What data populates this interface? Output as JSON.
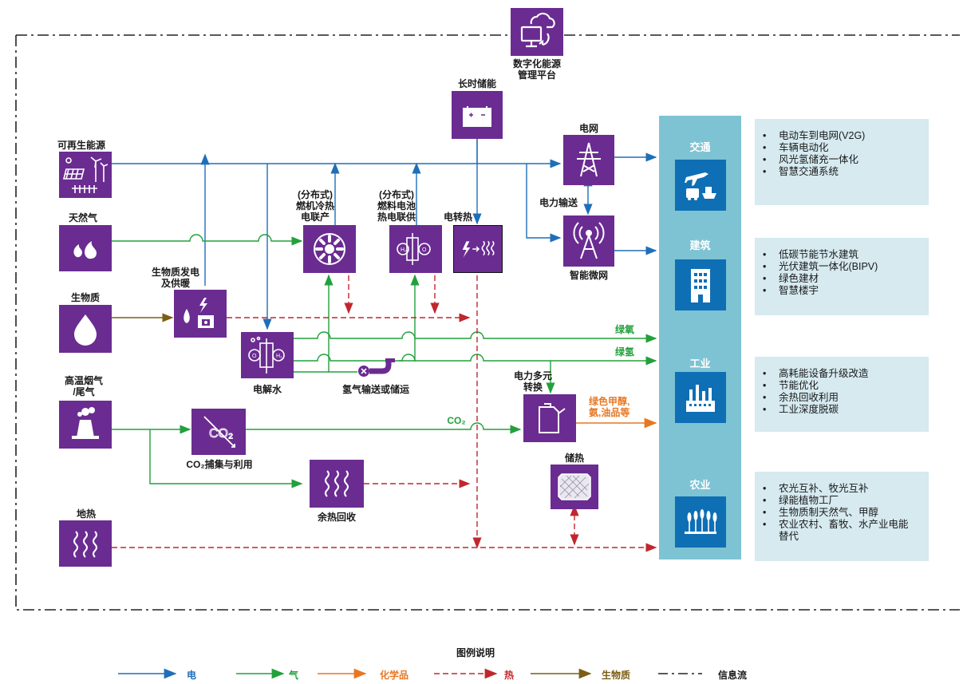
{
  "nodes": {
    "platform": "数字化能源\n管理平台",
    "long_storage": "长时储能",
    "grid": "电网",
    "transmission": "电力输送",
    "microgrid": "智能微网",
    "renewable": "可再生能源",
    "natural_gas": "天然气",
    "biomass_power": "生物质发电\n及供暖",
    "biomass": "生物质",
    "chp": "(分布式)\n燃机冷热\n电联产",
    "fuel_cell": "(分布式)\n燃料电池\n热电联供",
    "power_to_heat": "电转热",
    "electrolysis": "电解水",
    "hydrogen_transport": "氢气输送或储运",
    "flue_gas": "高温烟气\n/尾气",
    "ccus": "CO₂捕集与利用",
    "power_to_x": "电力多元\n转换",
    "waste_heat": "余热回收",
    "heat_storage": "储热",
    "geothermal": "地热"
  },
  "flow_labels": {
    "green_oxygen": "绿氧",
    "green_hydrogen": "绿氢",
    "co2": "CO₂",
    "green_fuels": "绿色甲醇,\n氨,油品等"
  },
  "sectors": [
    {
      "title": "交通",
      "icon": "transport-icon",
      "items": [
        "电动车到电网(V2G)",
        "车辆电动化",
        "风光氢储充一体化",
        "智慧交通系统"
      ]
    },
    {
      "title": "建筑",
      "icon": "building-icon",
      "items": [
        "低碳节能节水建筑",
        "光伏建筑一体化(BIPV)",
        "绿色建材",
        "智慧楼宇"
      ]
    },
    {
      "title": "工业",
      "icon": "factory-icon",
      "items": [
        "高耗能设备升级改造",
        "节能优化",
        "余热回收利用",
        "工业深度脱碳"
      ]
    },
    {
      "title": "农业",
      "icon": "wheat-icon",
      "items": [
        "农光互补、牧光互补",
        "绿能植物工厂",
        "生物质制天然气、甲醇",
        "农业农村、畜牧、水产业电能替代"
      ]
    }
  ],
  "legend": {
    "title": "图例说明",
    "items": [
      "电",
      "气",
      "化学品",
      "热",
      "生物质",
      "信息流"
    ]
  },
  "colors": {
    "purple": "#6a2c91",
    "electricity": "#1f6fb8",
    "gas": "#22a03c",
    "chemical": "#e87722",
    "heat": "#c0272d",
    "biomass": "#7b5e14",
    "sector_column": "#7ec3d3",
    "sector_icon": "#0f6fb5",
    "sector_box": "#d6eaf0"
  }
}
